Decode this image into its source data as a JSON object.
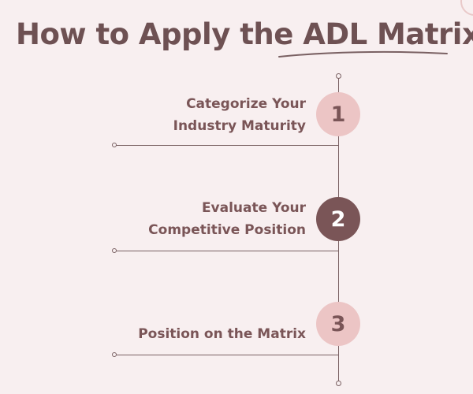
{
  "title": "How to Apply the ADL Matrix",
  "colors": {
    "background": "#f8eff0",
    "text": "#7a5557",
    "badge_light": "#ecc5c5",
    "badge_dark": "#7a5557",
    "line": "#7a6163"
  },
  "steps": [
    {
      "number": "1",
      "line1": "Categorize Your",
      "line2": "Industry Maturity",
      "style": "light"
    },
    {
      "number": "2",
      "line1": "Evaluate Your",
      "line2": "Competitive Position",
      "style": "dark"
    },
    {
      "number": "3",
      "line1": "Position on the Matrix",
      "style": "light"
    }
  ]
}
